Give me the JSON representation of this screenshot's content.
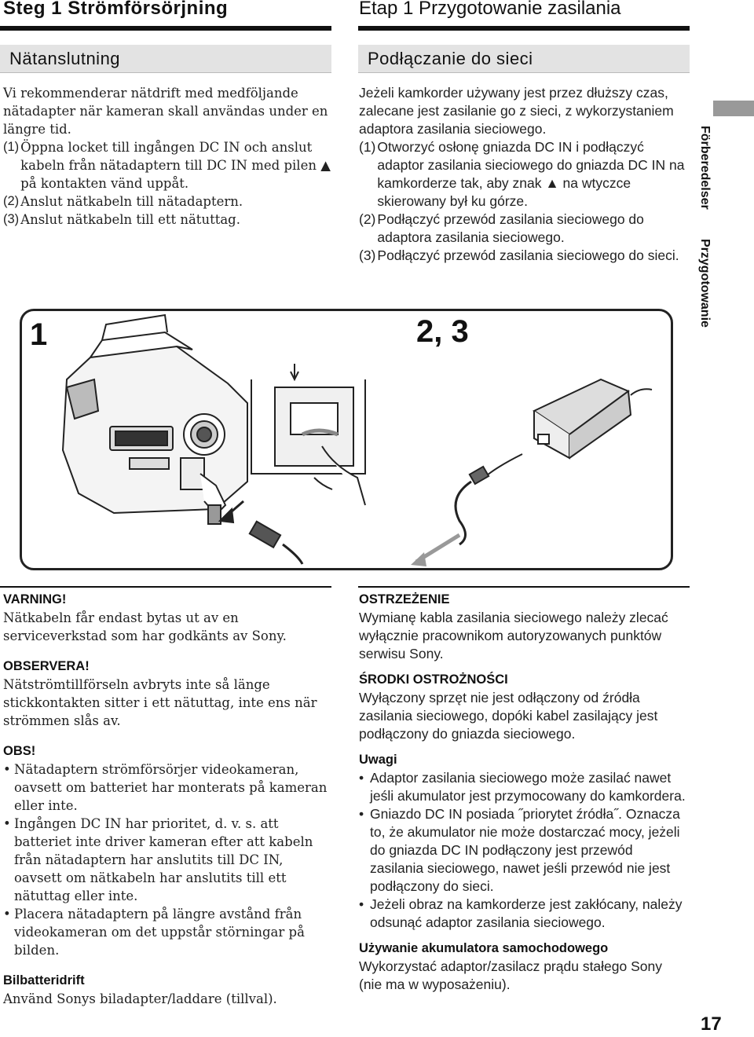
{
  "left": {
    "step_title": "Steg 1 Strömförsörjning",
    "section": "Nätanslutning",
    "intro": "Vi rekommenderar nätdrift med medföljande nätadapter när kameran skall användas under en längre tid.",
    "steps": [
      {
        "num": "(1)",
        "text": "Öppna locket till ingången DC IN och anslut kabeln från nätadaptern till DC IN med pilen ▲ på kontakten vänd uppåt."
      },
      {
        "num": "(2)",
        "text": "Anslut nätkabeln till nätadaptern."
      },
      {
        "num": "(3)",
        "text": "Anslut nätkabeln till ett nätuttag."
      }
    ],
    "warning_title": "VARNING!",
    "warning_text": "Nätkabeln får endast bytas ut av en serviceverkstad som har godkänts av Sony.",
    "note_title": "OBSERVERA!",
    "note_text": "Nätströmtillförseln avbryts inte så länge stickkontakten sitter i ett nätuttag, inte ens när strömmen slås av.",
    "obs_title": "OBS!",
    "obs_items": [
      "Nätadaptern strömförsörjer videokameran, oavsett om batteriet har monterats på kameran eller inte.",
      "Ingången DC IN har prioritet, d. v. s. att batteriet inte driver kameran efter att kabeln från nätadaptern har anslutits till DC IN, oavsett om nätkabeln har anslutits till ett nätuttag eller inte.",
      "Placera nätadaptern på längre avstånd från videokameran om det uppstår störningar på bilden."
    ],
    "car_title": "Bilbatteridrift",
    "car_text": "Använd Sonys biladapter/laddare (tillval)."
  },
  "right": {
    "step_title": "Etap 1   Przygotowanie zasilania",
    "section": "Podłączanie do sieci",
    "intro": "Jeżeli kamkorder używany jest przez dłuższy czas, zalecane jest zasilanie go z sieci, z wykorzystaniem adaptora zasilania sieciowego.",
    "steps": [
      {
        "num": "(1)",
        "text": "Otworzyć osłonę gniazda DC IN i podłączyć adaptor zasilania sieciowego do gniazda DC IN na kamkorderze tak, aby znak ▲ na wtyczce skierowany był ku górze."
      },
      {
        "num": "(2)",
        "text": "Podłączyć przewód zasilania sieciowego do adaptora zasilania sieciowego."
      },
      {
        "num": "(3)",
        "text": "Podłączyć przewód zasilania sieciowego do sieci."
      }
    ],
    "warning_title": "OSTRZEŻENIE",
    "warning_text": "Wymianę kabla zasilania sieciowego należy zlecać wyłącznie pracownikom autoryzowanych punktów serwisu Sony.",
    "note_title": "ŚRODKI OSTROŻNOŚCI",
    "note_text": "Wyłączony sprzęt nie jest odłączony od źródła zasilania sieciowego, dopóki kabel zasilający jest podłączony do gniazda sieciowego.",
    "obs_title": "Uwagi",
    "obs_items": [
      "Adaptor zasilania sieciowego może zasilać nawet jeśli akumulator jest przymocowany do kamkordera.",
      "Gniazdo DC IN posiada ˝priorytet źródła˝. Oznacza to, że akumulator nie może dostarczać mocy, jeżeli do gniazda DC IN podłączony jest przewód zasilania sieciowego, nawet jeśli przewód nie jest podłączony do sieci.",
      "Jeżeli obraz na kamkorderze jest zakłócany, należy odsunąć adaptor zasilania sieciowego."
    ],
    "car_title": "Używanie akumulatora samochodowego",
    "car_text": "Wykorzystać adaptor/zasilacz prądu stałego Sony (nie ma w wyposażeniu)."
  },
  "figure": {
    "label_left": "1",
    "label_right": "2, 3"
  },
  "side_tab": {
    "swedish": "Förberedelser",
    "polish": "Przygotowanie"
  },
  "page_number": "17"
}
